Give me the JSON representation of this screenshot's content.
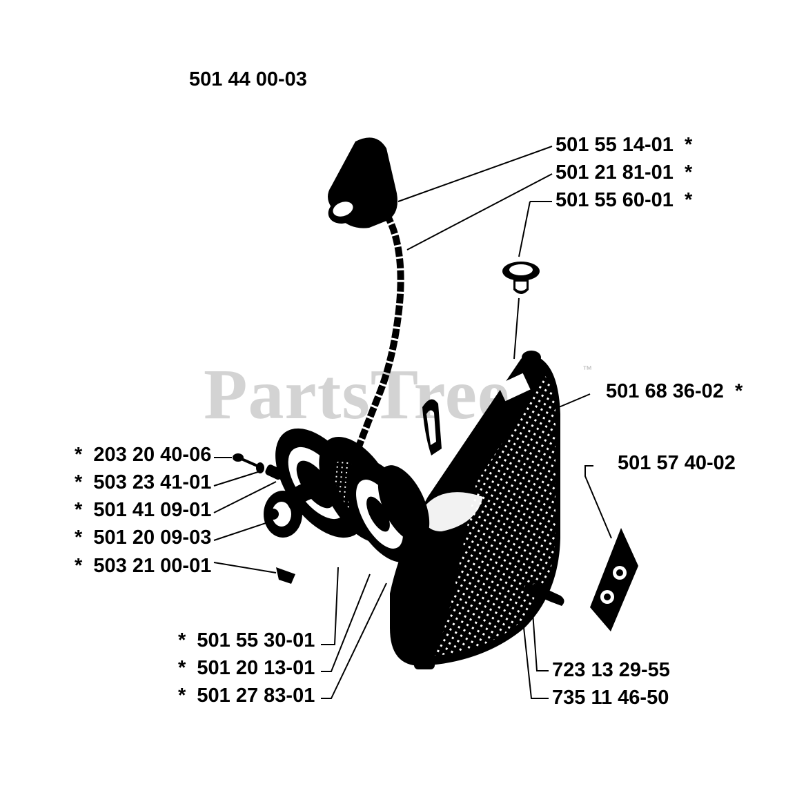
{
  "assembly_number": "501 44 00-03",
  "watermark": {
    "text": "PartsTree",
    "trademark": "™"
  },
  "callouts": {
    "handle": "501 55 14-01  *",
    "rope": "501 21 81-01  *",
    "grommet": "501 55 60-01  *",
    "housing": "501 68 36-02  *",
    "decal": "501 57 40-02",
    "screw_a": "*  203 20 40-06",
    "washer_a": "*  503 23 41-01",
    "pawl": "*  501 41 09-01",
    "pulley": "*  501 20 09-03",
    "spring_screw": "*  503 21 00-01",
    "washer_b": "*  501 55 30-01",
    "spring": "*  501 20 13-01",
    "spring_cup": "*  501 27 83-01",
    "screw_b": "723 13 29-55",
    "washer_c": "735 11 46-50"
  }
}
